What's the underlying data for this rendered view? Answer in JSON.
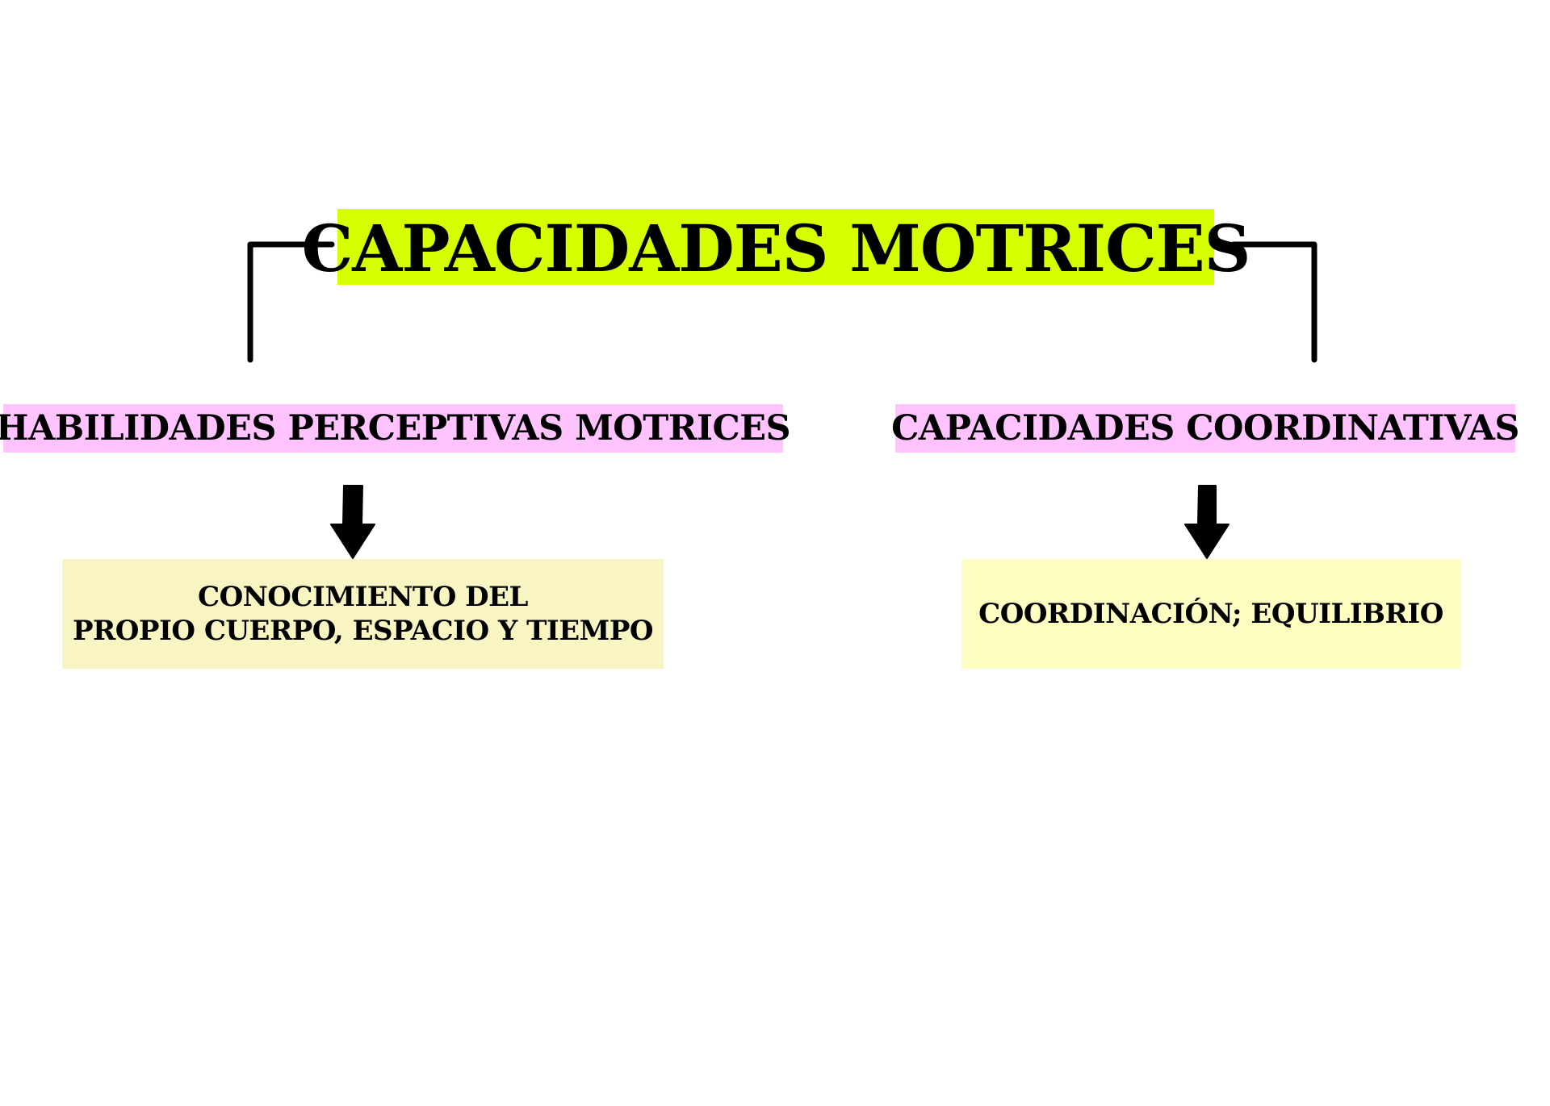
{
  "diagram": {
    "root": {
      "label": "CAPACIDADES MOTRICES",
      "color": "#d7ff00"
    },
    "branches": [
      {
        "label": "HABILIDADES PERCEPTIVAS MOTRICES",
        "color": "#ffc3ff",
        "detail": {
          "lines": [
            "CONOCIMIENTO DEL",
            "PROPIO CUERPO, ESPACIO Y TIEMPO"
          ],
          "color": "#f8f5c2"
        }
      },
      {
        "label": "CAPACIDADES COORDINATIVAS",
        "color": "#ffc3ff",
        "detail": {
          "lines": [
            "COORDINACIÓN; EQUILIBRIO"
          ],
          "color": "#fefec2"
        }
      }
    ],
    "line_color": "#000000"
  }
}
